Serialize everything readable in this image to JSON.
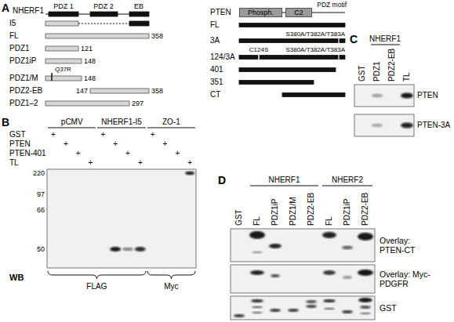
{
  "diagram": {
    "nodes": [
      {
        "text": [
          "Phosph."
        ]
      },
      {
        "text": [
          "C2"
        ]
      }
    ],
    "labels": [
      "A",
      "NHERF1",
      "PDZ 1",
      "PDZ 2",
      "EB",
      "I5",
      "FL",
      "358",
      "PDZ1",
      "121",
      "PDZ1iP",
      "148",
      "Q37R",
      "PDZ1/M",
      "148",
      "PDZ2-EB",
      "147",
      "358",
      "PDZ1–2",
      "297",
      "PTEN",
      "PDZ motif",
      "FL",
      "S380A/T382A/T383A",
      "3A",
      "C124S",
      "S380A/T382A/T383A",
      "124/3A",
      "401",
      "351",
      "CT",
      "C",
      "NHERF1",
      "GST",
      "PDZ1",
      "PDZ2-EB",
      "TL",
      "PTEN",
      "PTEN-3A",
      "B",
      "pCMV",
      "NHERF1-I5",
      "ZO-1",
      "GST",
      "+",
      "+",
      "+",
      "PTEN",
      "+",
      "+",
      "+",
      "PTEN-401",
      "+",
      "+",
      "+",
      "TL",
      "+",
      "+",
      "+",
      "220",
      "97",
      "66",
      "50",
      "WB",
      "FLAG",
      "Myc",
      "D",
      "NHERF1",
      "NHERF2",
      "GST",
      "FL",
      "PDZ1iP",
      "PDZ1/M",
      "PDZ2-EB",
      "FL",
      "PDZ1iP",
      "PDZ2-EB",
      "Overlay: PTEN-CT",
      "Overlay: Myc-PDGFR",
      "GST"
    ]
  }
}
